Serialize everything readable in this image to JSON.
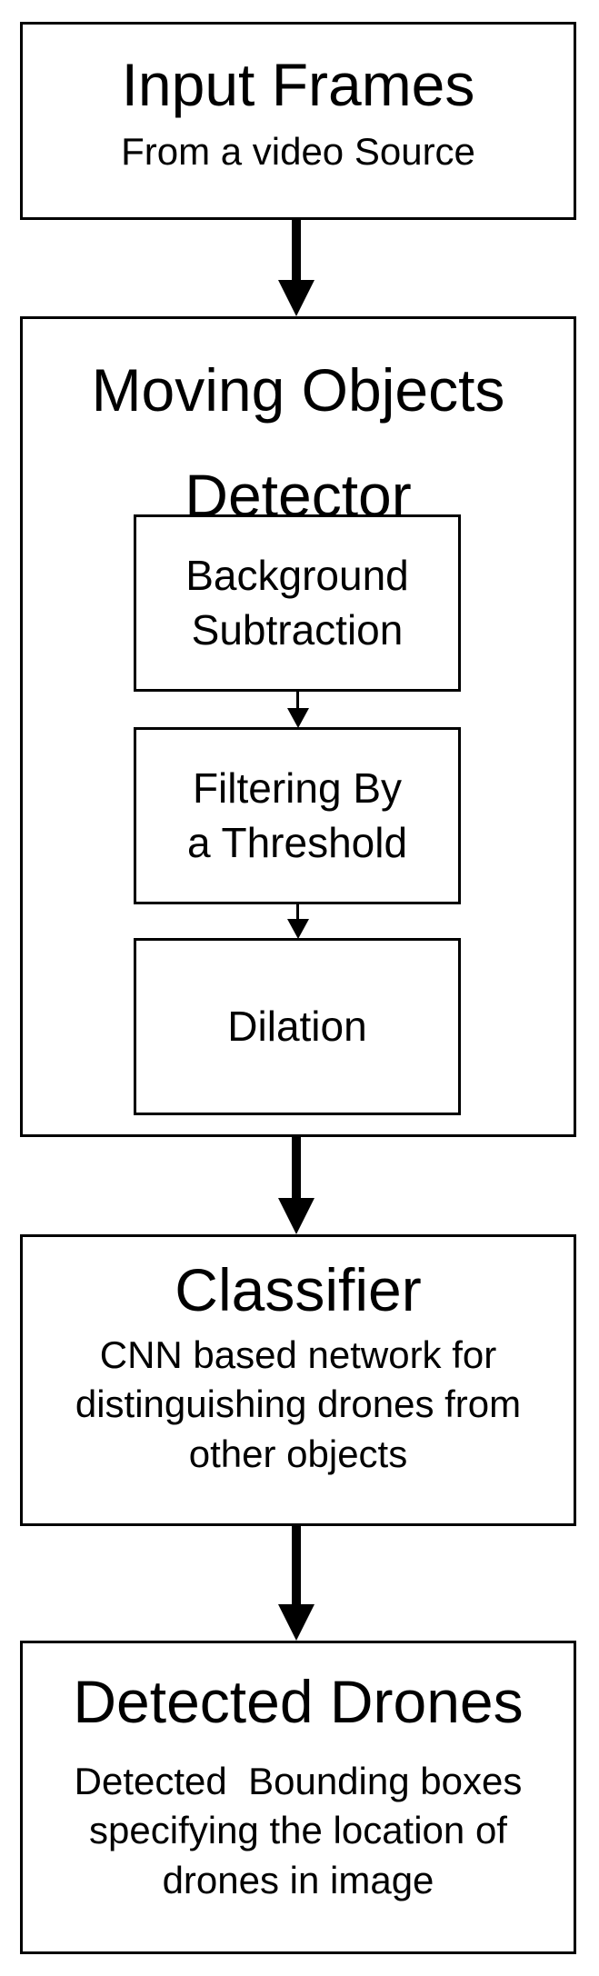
{
  "nodes": {
    "input_frames": {
      "title": "Input Frames",
      "subtitle": "From a video Source"
    },
    "moving_objects_detector": {
      "title_line1": "Moving Objects",
      "title_line2": "Detector",
      "steps": [
        {
          "line1": "Background",
          "line2": "Subtraction"
        },
        {
          "line1": "Filtering By",
          "line2": "a Threshold"
        },
        {
          "line1": "Dilation",
          "line2": ""
        }
      ]
    },
    "classifier": {
      "title": "Classifier",
      "description_lines": [
        "CNN based network for",
        "distinguishing drones from",
        "other objects"
      ]
    },
    "detected_drones": {
      "title": "Detected Drones",
      "description_lines": [
        "Detected  Bounding boxes",
        "specifying the location of",
        "drones in image"
      ]
    }
  },
  "edges": [
    {
      "from": "Input Frames",
      "to": "Moving Objects Detector"
    },
    {
      "from": "Background Subtraction",
      "to": "Filtering By a Threshold"
    },
    {
      "from": "Filtering By a Threshold",
      "to": "Dilation"
    },
    {
      "from": "Moving Objects Detector",
      "to": "Classifier"
    },
    {
      "from": "Classifier",
      "to": "Detected Drones"
    }
  ],
  "colors": {
    "stroke": "#000000",
    "background": "#ffffff",
    "text": "#000000"
  }
}
